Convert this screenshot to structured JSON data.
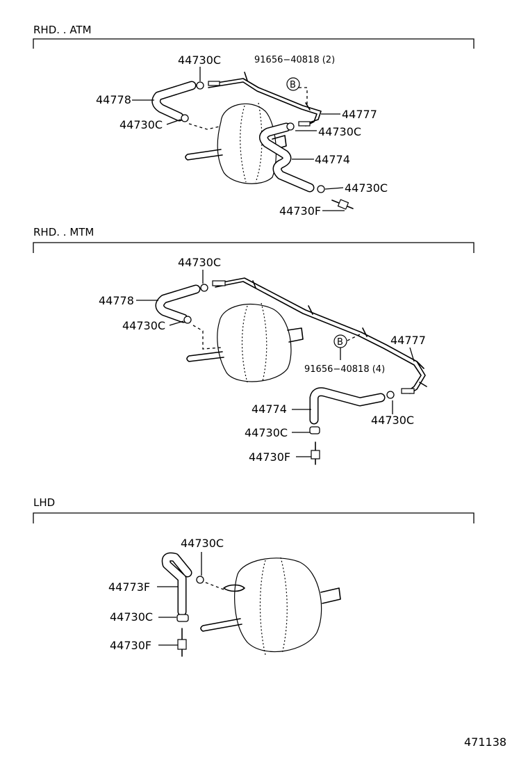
{
  "sections": [
    {
      "title": "RHD. . ATM",
      "labels": {
        "clamp_top": "44730C",
        "bolt": "91656−40818 (2)",
        "hose_upper": "44778",
        "clamp_left": "44730C",
        "pipe": "44777",
        "clamp_right": "44730C",
        "hose_lower": "44774",
        "clamp_bottom": "44730C",
        "valve": "44730F"
      },
      "callout": "B"
    },
    {
      "title": "RHD. . MTM",
      "labels": {
        "clamp_top": "44730C",
        "hose_upper": "44778",
        "clamp_left": "44730C",
        "pipe": "44777",
        "bolt": "91656−40818 (4)",
        "hose_lower": "44774",
        "clamp_right": "44730C",
        "clamp_bottom": "44730C",
        "valve": "44730F"
      },
      "callout": "B"
    },
    {
      "title": "LHD",
      "labels": {
        "clamp_top": "44730C",
        "hose": "44773F",
        "clamp_bottom": "44730C",
        "valve": "44730F"
      }
    }
  ],
  "figure_number": "471138"
}
